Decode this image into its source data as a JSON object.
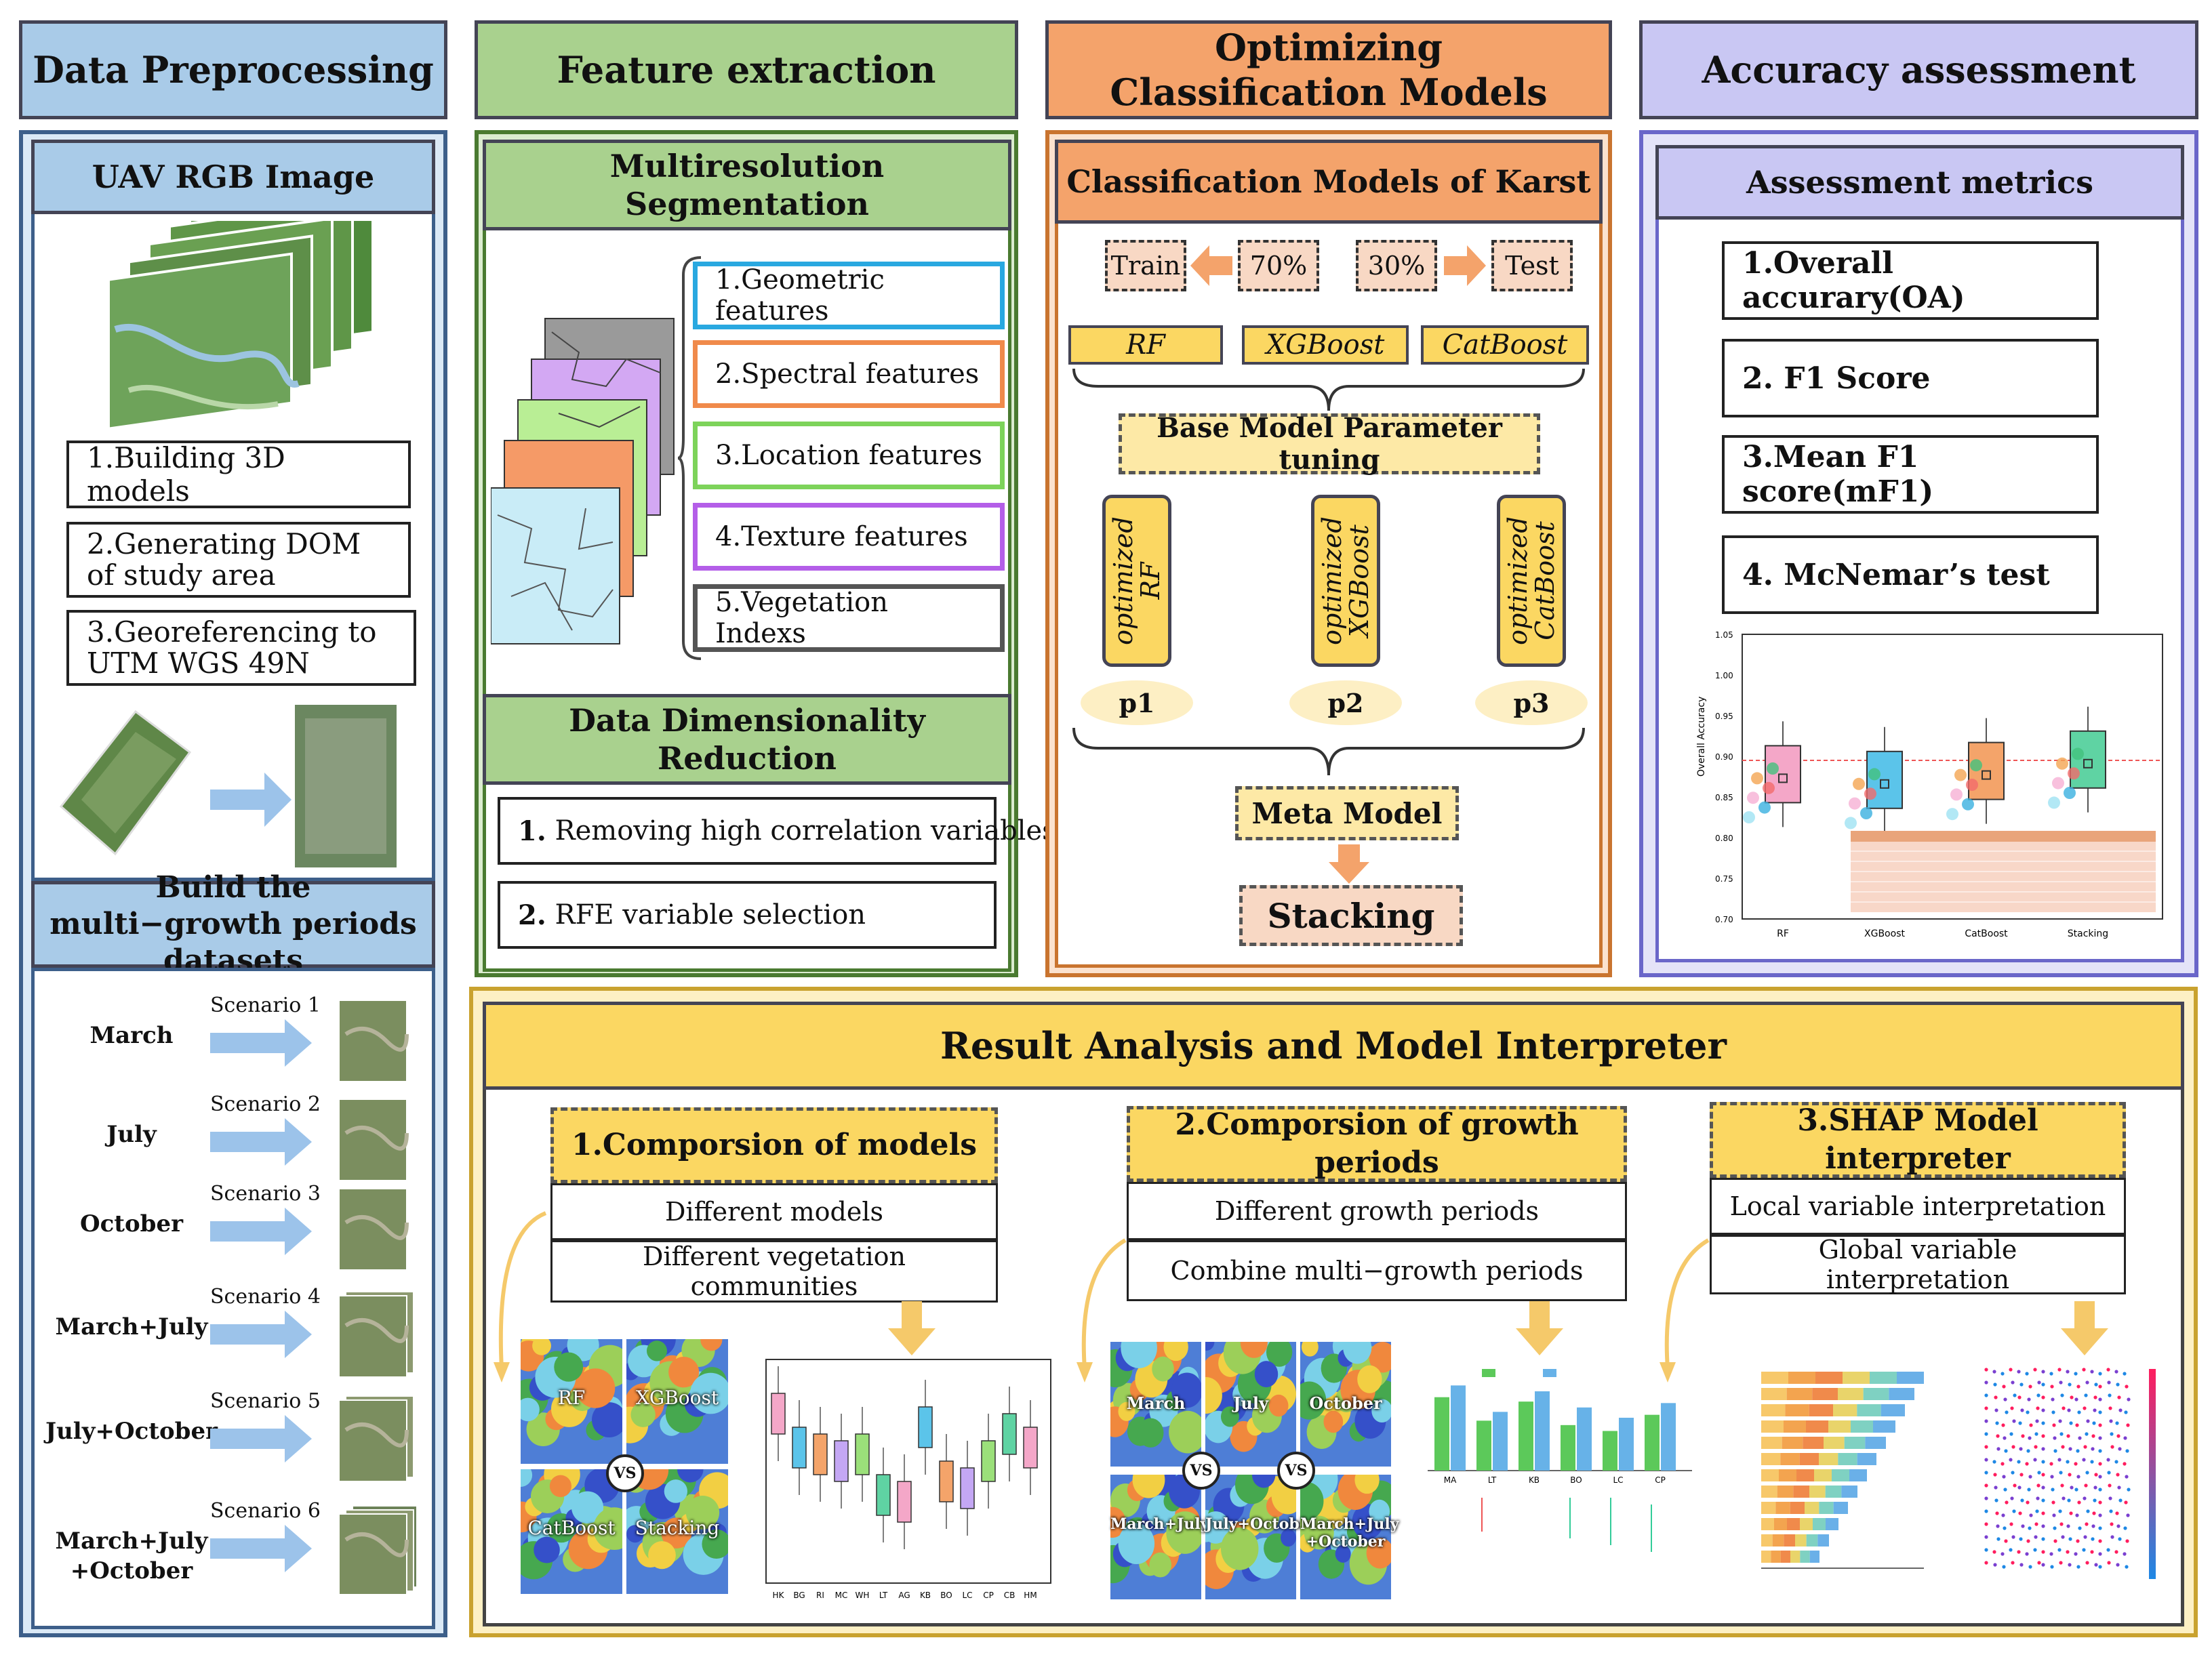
{
  "sections": {
    "preprocessing": "Data Preprocessing",
    "feature": "Feature extraction",
    "optimizing": "Optimizing Classification Models",
    "accuracy": "Accuracy assessment"
  },
  "col1": {
    "uav_title": "UAV  RGB Image",
    "steps": [
      "1.Building 3D models",
      "2.Generating DOM of study area",
      "3.Georeferencing to UTM  WGS  49N"
    ],
    "multi_title": "Build the multi−growth periods datasets",
    "scenarios": [
      {
        "label": "March",
        "scenario": "Scenario 1"
      },
      {
        "label": "July",
        "scenario": "Scenario 2"
      },
      {
        "label": "October",
        "scenario": "Scenario 3"
      },
      {
        "label": "March+July",
        "scenario": "Scenario 4"
      },
      {
        "label": "July+October",
        "scenario": "Scenario 5"
      },
      {
        "label": "March+July +October",
        "scenario": "Scenario 6"
      }
    ]
  },
  "col2": {
    "seg_title": "Multiresolution Segmentation",
    "features": [
      "1.Geometric features",
      "2.Spectral features",
      "3.Location features",
      "4.Texture features",
      "5.Vegetation Indexs"
    ],
    "feature_colors": [
      "#29a8e0",
      "#f08a4b",
      "#7dd35a",
      "#b45ee8",
      "#555555"
    ],
    "dim_title": "Data Dimensionality Reduction",
    "dim_items": [
      {
        "num": "1.",
        "text": " Removing high correlation variables"
      },
      {
        "num": "2.",
        "text": " RFE variable selection"
      }
    ]
  },
  "col3": {
    "title": "Classification Models of Karst",
    "split": [
      "Train",
      "70%",
      "30%",
      "Test"
    ],
    "models": [
      "RF",
      "XGBoost",
      "CatBoost"
    ],
    "tuning": "Base Model Parameter tuning",
    "optimized": [
      {
        "top": "optimized",
        "bottom": "RF"
      },
      {
        "top": "optimized",
        "bottom": "XGBoost"
      },
      {
        "top": "optimized",
        "bottom": "CatBoost"
      }
    ],
    "params": [
      "p1",
      "p2",
      "p3"
    ],
    "meta": "Meta Model",
    "stacking": "Stacking"
  },
  "col4": {
    "title": "Assessment metrics",
    "metrics": [
      "1.Overall accurary(OA)",
      "2. F1 Score",
      "3.Mean F1 score(mF1)",
      "4. McNemar’s test"
    ]
  },
  "result": {
    "title": "Result Analysis and Model Interpreter",
    "panels": [
      {
        "title": "1.Comporsion of models",
        "items": [
          "Different models",
          "Different vegetation communities"
        ]
      },
      {
        "title": "2.Comporsion of growth periods",
        "items": [
          "Different growth periods",
          "Combine multi−growth periods"
        ]
      },
      {
        "title": "3.SHAP Model interpreter",
        "items": [
          "Local variable interpretation",
          "Global variable interpretation"
        ]
      }
    ],
    "map_models": [
      "RF",
      "XGBoost",
      "CatBoost",
      "Stacking"
    ],
    "vs": "VS",
    "periods_top": [
      "March",
      "July",
      "October"
    ],
    "periods_bottom": [
      "March+July",
      "July+October",
      "March+July +October"
    ],
    "boxplot_xlabels": [
      "HK",
      "BG",
      "RI",
      "MC",
      "WH",
      "LT",
      "AG",
      "KB",
      "BO",
      "LC",
      "CP",
      "CB",
      "HM"
    ],
    "growth_bar_labels": [
      "MA",
      "LT",
      "KB",
      "BO",
      "LC",
      "CP"
    ]
  },
  "chart_data": [
    {
      "type": "box",
      "categories": [
        "RF",
        "XGBoost",
        "CatBoost",
        "Stacking"
      ],
      "ylabel": "Overall Accuracy",
      "ylim": [
        0.7,
        1.05
      ],
      "means": [
        0.873,
        0.866,
        0.877,
        0.891
      ],
      "series": [
        "Scenario 1",
        "Scenario 2",
        "Scenario 3",
        "Scenario 4",
        "Scenario 5",
        "Scenario 6"
      ]
    },
    {
      "type": "bar",
      "categories": [
        "MA",
        "LT",
        "KB",
        "BO",
        "LC",
        "CP"
      ],
      "series": [
        {
          "name": "July",
          "values": [
            0.9,
            0.74,
            0.87,
            0.71,
            0.67,
            0.78
          ]
        },
        {
          "name": "March+July+October",
          "values": [
            0.98,
            0.8,
            0.94,
            0.83,
            0.76,
            0.86
          ]
        }
      ],
      "ylim": [
        0.4,
        1.0
      ]
    }
  ],
  "colors": {
    "blue": "#a9cbe8",
    "green": "#a9d18e",
    "orange": "#f4a36b",
    "lavender": "#c9c7f3",
    "yellow": "#fbd762",
    "arrow": "#9cc3ea"
  }
}
